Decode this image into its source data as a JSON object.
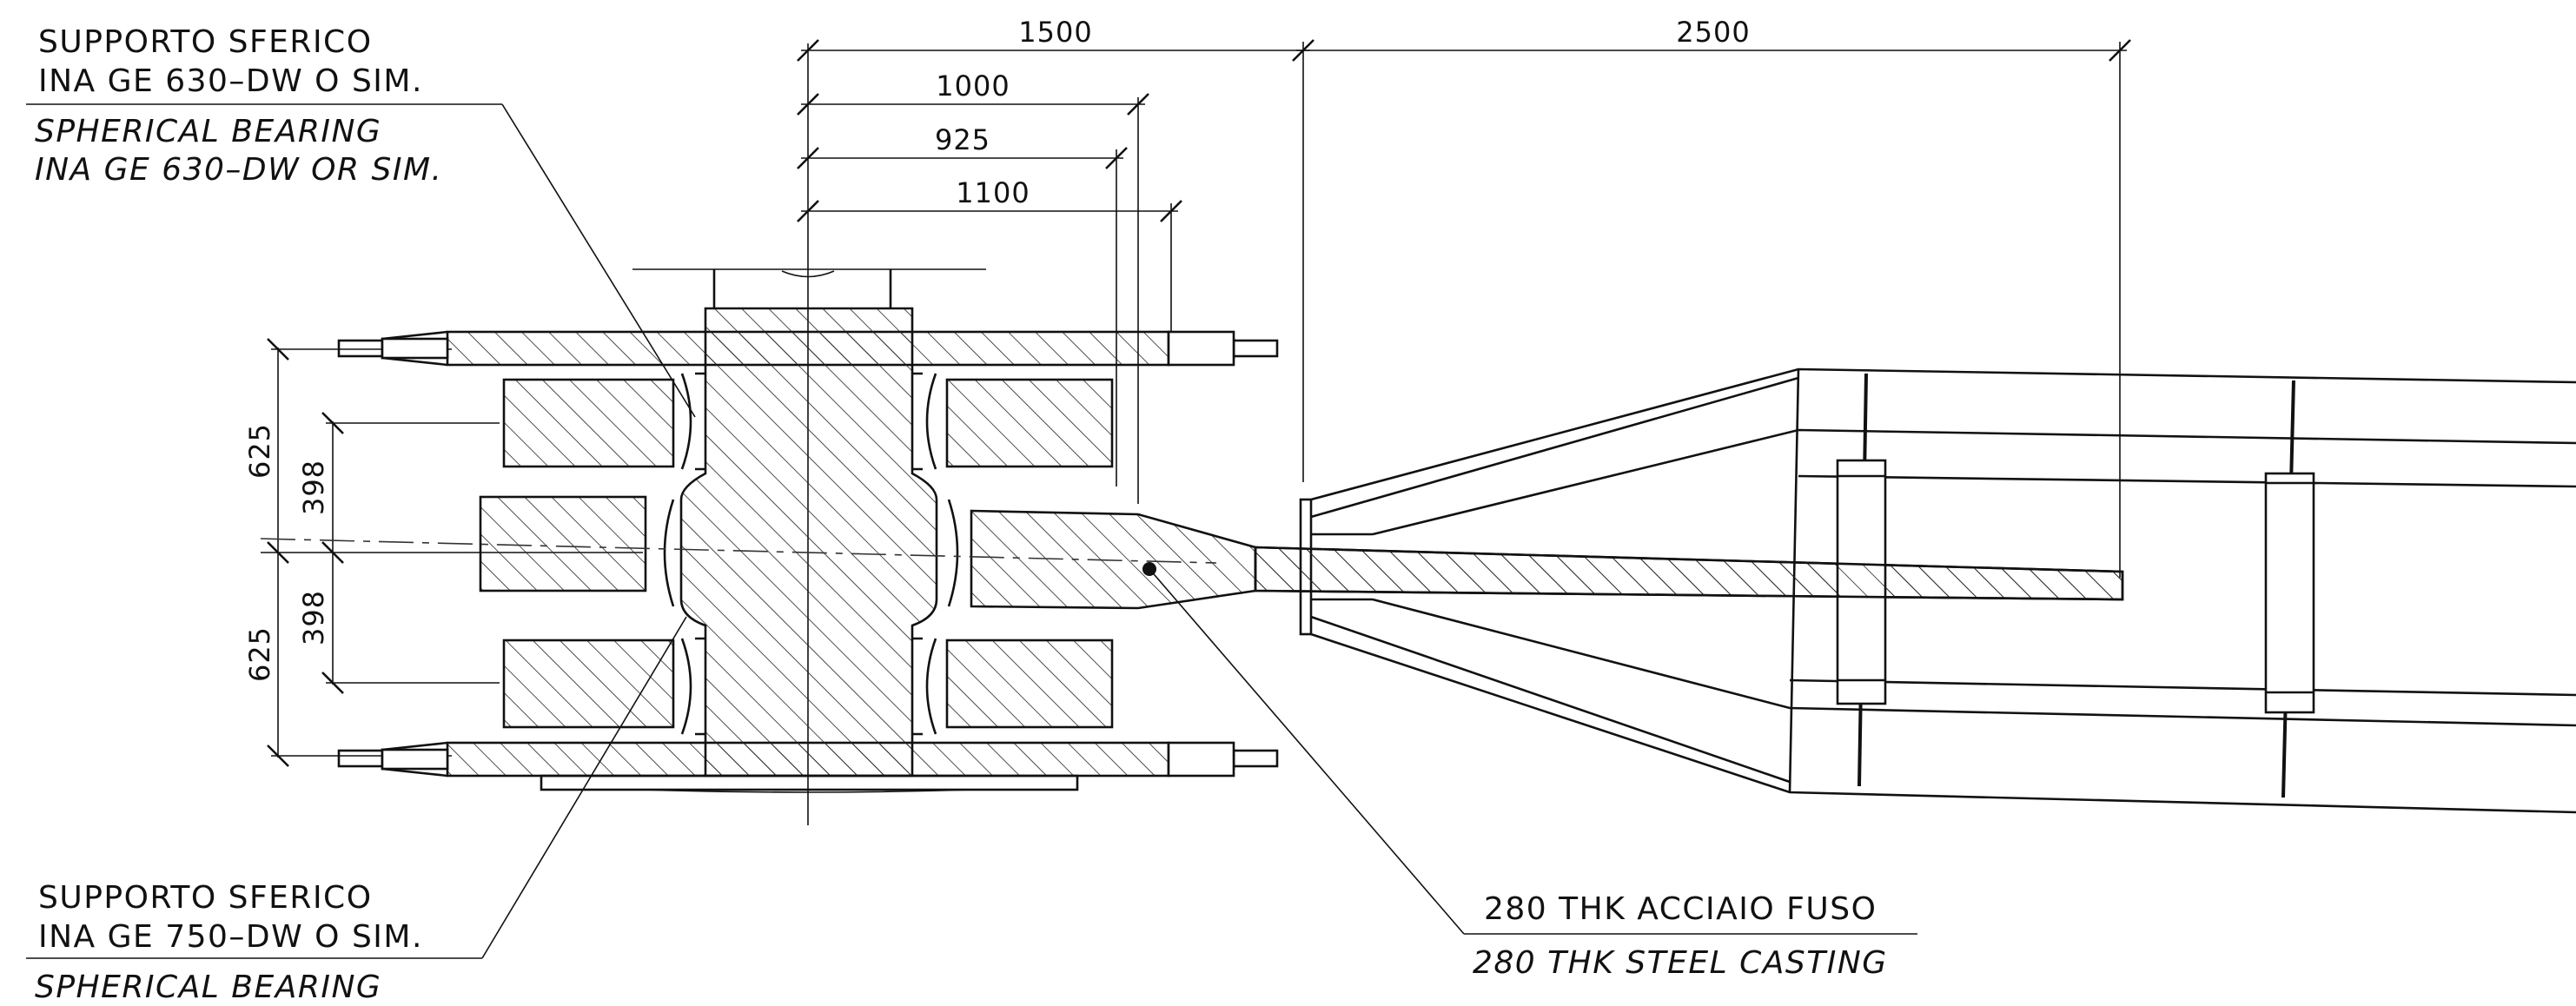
{
  "labels": {
    "top_bearing": {
      "line1_it": "SUPPORTO SFERICO",
      "line2_it": "INA GE 630–DW O SIM.",
      "line1_en": "SPHERICAL BEARING",
      "line2_en": "INA GE 630–DW OR SIM."
    },
    "bottom_bearing": {
      "line1_it": "SUPPORTO SFERICO",
      "line2_it": "INA GE 750–DW O SIM.",
      "line1_en": "SPHERICAL BEARING"
    },
    "casting": {
      "it": "280 THK ACCIAIO FUSO",
      "en": "280 THK STEEL CASTING"
    }
  },
  "dimensions": {
    "d1500": "1500",
    "d2500": "2500",
    "d1000": "1000",
    "d925": "925",
    "d1100": "1100",
    "v625_top": "625",
    "v398_top": "398",
    "v398_bot": "398",
    "v625_bot": "625"
  }
}
